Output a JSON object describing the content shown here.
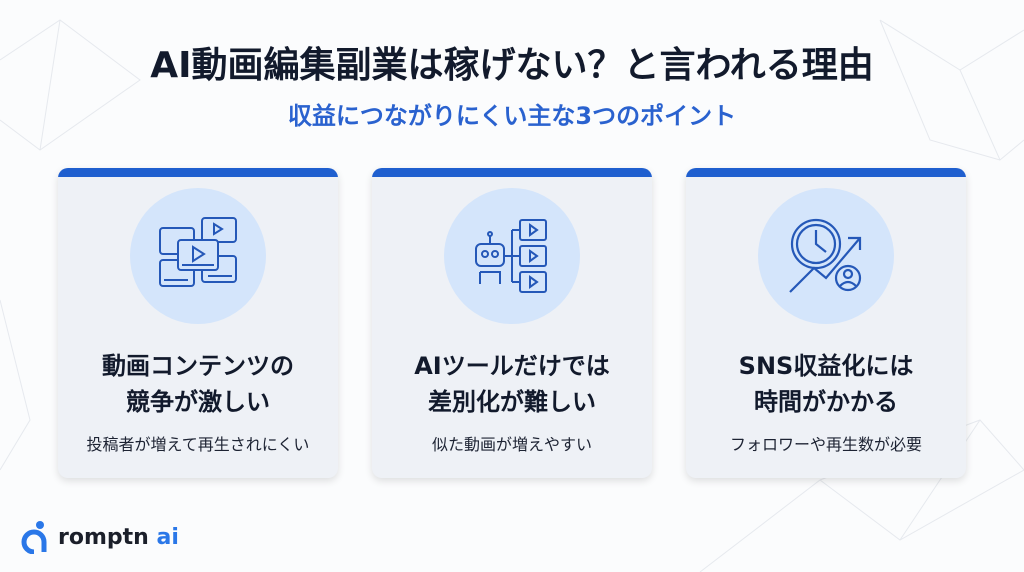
{
  "title": "AI動画編集副業は稼げない？と言われる理由",
  "subtitle": "収益につながりにくい主な3つのポイント",
  "accent": "#1f5fcf",
  "cards": [
    {
      "icon": "video-grid-icon",
      "title_line1": "動画コンテンツの",
      "title_line2": "競争が激しい",
      "desc": "投稿者が増えて再生されにくい"
    },
    {
      "icon": "robot-video-icon",
      "title_line1": "AIツールだけでは",
      "title_line2": "差別化が難しい",
      "desc": "似た動画が増えやすい"
    },
    {
      "icon": "clock-growth-icon",
      "title_line1": "SNS収益化には",
      "title_line2": "時間がかかる",
      "desc": "フォロワーや再生数が必要"
    }
  ],
  "logo": {
    "name": "romptn",
    "suffix": " ai"
  }
}
